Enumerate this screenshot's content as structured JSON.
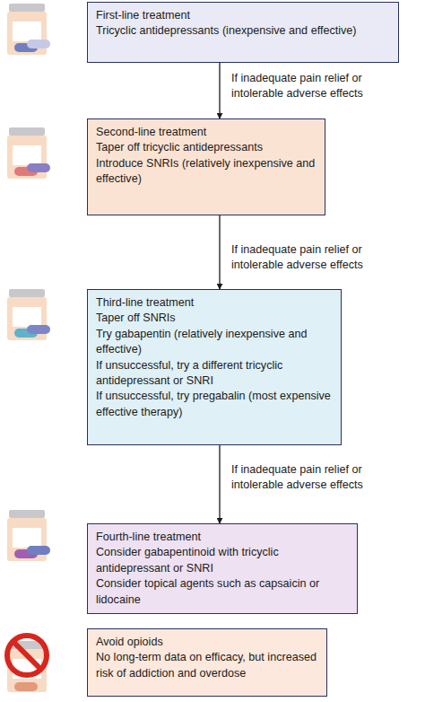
{
  "diagram": {
    "nodes": [
      {
        "text": [
          "First-line treatment",
          "Tricyclic antidepressants (inexpensive and effective)"
        ]
      },
      {
        "text": [
          "Second-line treatment",
          "Taper off tricyclic antidepressants",
          "Introduce SNRIs (relatively inexpensive and effective)"
        ]
      },
      {
        "text": [
          "Third-line treatment",
          "Taper off SNRIs",
          "Try gabapentin (relatively inexpensive and effective)",
          "If unsuccessful, try a different tricyclic antidepressant or SNRI",
          "If unsuccessful, try pregabalin (most expensive effective therapy)"
        ]
      },
      {
        "text": [
          "Fourth-line treatment",
          "Consider gabapentinoid with tricyclic antidepressant or SNRI",
          "Consider topical agents such as capsaicin or lidocaine"
        ]
      },
      {
        "text": [
          "Avoid opioids",
          "No long-term data on efficacy, but increased risk of addiction and overdose"
        ]
      }
    ],
    "edges": [
      {
        "from": 0,
        "to": 1,
        "arrow": "to",
        "label": "If inadequate pain relief or intolerable adverse effects"
      },
      {
        "from": 1,
        "to": 2,
        "arrow": "to",
        "label": "If inadequate pain relief or intolerable adverse effects"
      },
      {
        "from": 2,
        "to": 3,
        "arrow": "to",
        "label": "If inadequate pain relief or intolerable adverse effects"
      }
    ]
  }
}
